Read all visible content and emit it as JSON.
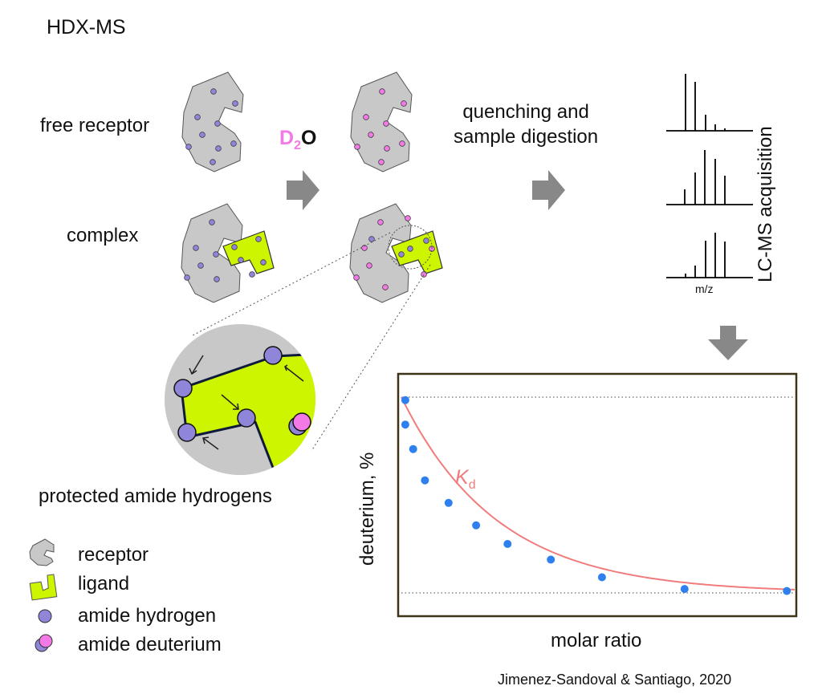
{
  "title": "HDX-MS",
  "labels": {
    "free_receptor": "free receptor",
    "complex": "complex",
    "d2o": {
      "d": "D",
      "sub": "2",
      "o": "O"
    },
    "quenching": "quenching and",
    "digestion": "sample digestion",
    "lcms": "LC-MS acquisition",
    "mz": "m/z",
    "protected": "protected amide hydrogens"
  },
  "legend": {
    "receptor": "receptor",
    "ligand": "ligand",
    "amide_hydrogen": "amide hydrogen",
    "amide_deuterium": "amide deuterium"
  },
  "colors": {
    "receptor": "#c8c8c8",
    "ligand": "#cdf500",
    "hydrogen": "#8f86d9",
    "deuterium": "#f279e6",
    "arrow": "#888888",
    "curve": "#f07c7c",
    "points": "#2f80ef",
    "frame": "#3d3416"
  },
  "chart_data": {
    "type": "scatter",
    "xlabel": "molar ratio",
    "ylabel": "deuterium, %",
    "annotation": {
      "k": "K",
      "sub": "d"
    },
    "points": [
      [
        0.01,
        0.985
      ],
      [
        0.01,
        0.86
      ],
      [
        0.03,
        0.735
      ],
      [
        0.06,
        0.575
      ],
      [
        0.12,
        0.46
      ],
      [
        0.19,
        0.345
      ],
      [
        0.27,
        0.25
      ],
      [
        0.38,
        0.17
      ],
      [
        0.51,
        0.08
      ],
      [
        0.72,
        0.02
      ],
      [
        0.98,
        0.01
      ]
    ]
  },
  "credit": "Jimenez-Sandoval & Santiago, 2020"
}
